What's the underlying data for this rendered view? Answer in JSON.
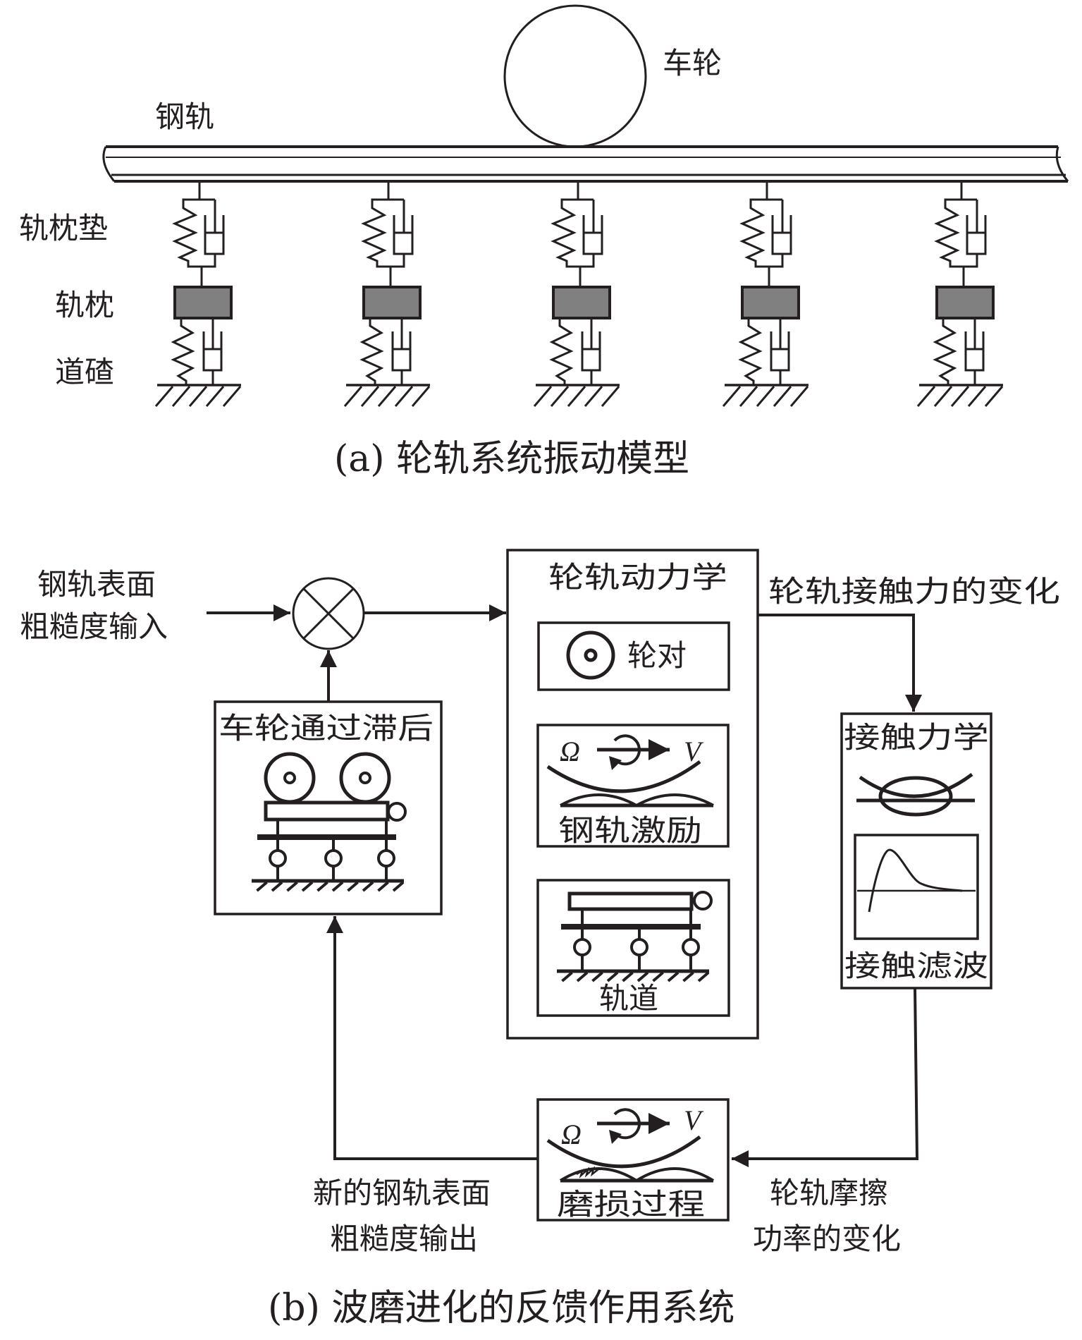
{
  "figure_a": {
    "caption": "(a) 轮轨系统振动模型",
    "labels": {
      "wheel": "车轮",
      "rail": "钢轨",
      "rail_pad": "轨枕垫",
      "sleeper": "轨枕",
      "ballast": "道碴"
    },
    "support_count": 5
  },
  "figure_b": {
    "caption": "(b) 波磨进化的反馈作用系统",
    "input_label": [
      "钢轨表面",
      "粗糙度输入"
    ],
    "output_label": [
      "新的钢轨表面",
      "粗糙度输出"
    ],
    "contact_force_label": "轮轨接触力的变化",
    "friction_power_label": [
      "轮轨摩擦",
      "功率的变化"
    ],
    "blocks": {
      "wheel_passing_delay": {
        "title": "车轮通过滞后"
      },
      "wheel_rail_dynamics": {
        "title": "轮轨动力学",
        "wheelset": "轮对",
        "rail_excitation": "钢轨激励",
        "track": "轨道"
      },
      "contact_mechanics": {
        "title": "接触力学",
        "filter": "接触滤波"
      },
      "wear_process": {
        "title": "磨损过程"
      }
    },
    "symbols": {
      "omega": "Ω",
      "velocity": "V"
    }
  },
  "colors": {
    "stroke": "#231f20",
    "sleeper_fill": "#808080",
    "background": "#ffffff"
  }
}
